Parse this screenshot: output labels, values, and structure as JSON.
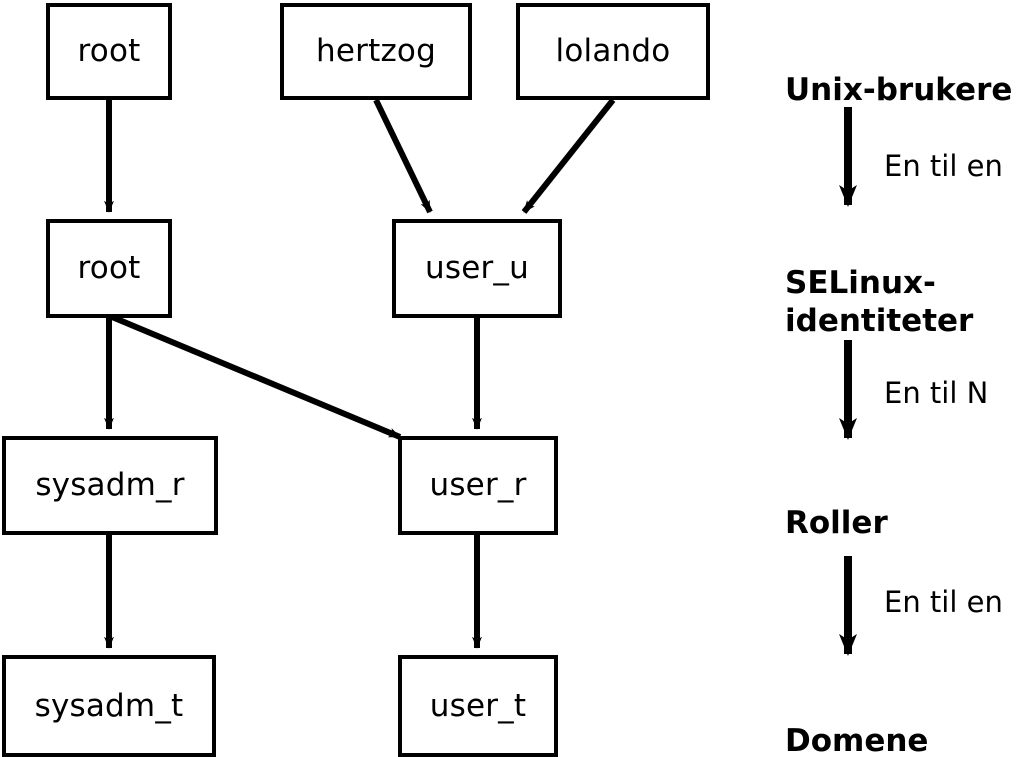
{
  "diagram": {
    "title_text_visible": false,
    "background_color": "#ffffff",
    "stroke_color": "#000000",
    "nodes": [
      {
        "id": "unix_root",
        "label": "root",
        "tier": "Unix-brukere"
      },
      {
        "id": "hertzog",
        "label": "hertzog",
        "tier": "Unix-brukere"
      },
      {
        "id": "lolando",
        "label": "lolando",
        "tier": "Unix-brukere"
      },
      {
        "id": "sel_root",
        "label": "root",
        "tier": "SELinux-identiteter"
      },
      {
        "id": "user_u",
        "label": "user_u",
        "tier": "SELinux-identiteter"
      },
      {
        "id": "sysadm_r",
        "label": "sysadm_r",
        "tier": "Roller"
      },
      {
        "id": "user_r",
        "label": "user_r",
        "tier": "Roller"
      },
      {
        "id": "sysadm_t",
        "label": "sysadm_t",
        "tier": "Domene"
      },
      {
        "id": "user_t",
        "label": "user_t",
        "tier": "Domene"
      }
    ],
    "edges": [
      {
        "from": "unix_root",
        "to": "sel_root"
      },
      {
        "from": "hertzog",
        "to": "user_u"
      },
      {
        "from": "lolando",
        "to": "user_u"
      },
      {
        "from": "sel_root",
        "to": "sysadm_r"
      },
      {
        "from": "sel_root",
        "to": "user_r"
      },
      {
        "from": "user_u",
        "to": "user_r"
      },
      {
        "from": "sysadm_r",
        "to": "sysadm_t"
      },
      {
        "from": "user_r",
        "to": "user_t"
      }
    ]
  },
  "legend": {
    "tiers": [
      {
        "id": "tier-unix-brukere",
        "label": "Unix-brukere"
      },
      {
        "id": "tier-selinux-identiteter",
        "label": "SELinux-\nidentiteter"
      },
      {
        "id": "tier-roller",
        "label": "Roller"
      },
      {
        "id": "tier-domene",
        "label": "Domene"
      }
    ],
    "relations": [
      {
        "id": "rel-1",
        "label": "En til en"
      },
      {
        "id": "rel-2",
        "label": "En til N"
      },
      {
        "id": "rel-3",
        "label": "En til en"
      }
    ]
  }
}
